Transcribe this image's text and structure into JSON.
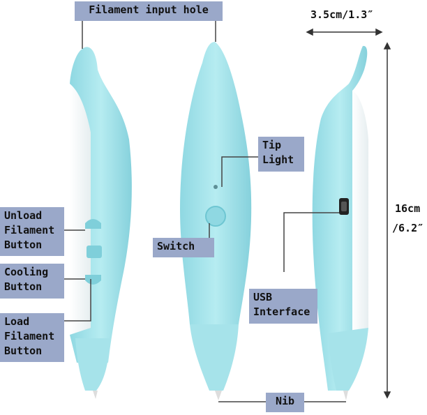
{
  "labels": {
    "filament_input_hole": "Filament input hole",
    "tip_light": "Tip\nLight",
    "unload_filament_button": "Unload\nFilament\nButton",
    "switch": "Switch",
    "cooling_button": "Cooling\nButton",
    "usb_interface": "USB\nInterface",
    "load_filament_button": "Load\nFilament\nButton",
    "nib": "Nib"
  },
  "dimensions": {
    "width": "3.5cm/1.3″",
    "height_cm": "16cm",
    "height_in": "/6.2″"
  },
  "colors": {
    "pen_body": "#a6e3ea",
    "pen_dark": "#7fcfda",
    "label_bg": "#9aa8c9"
  }
}
